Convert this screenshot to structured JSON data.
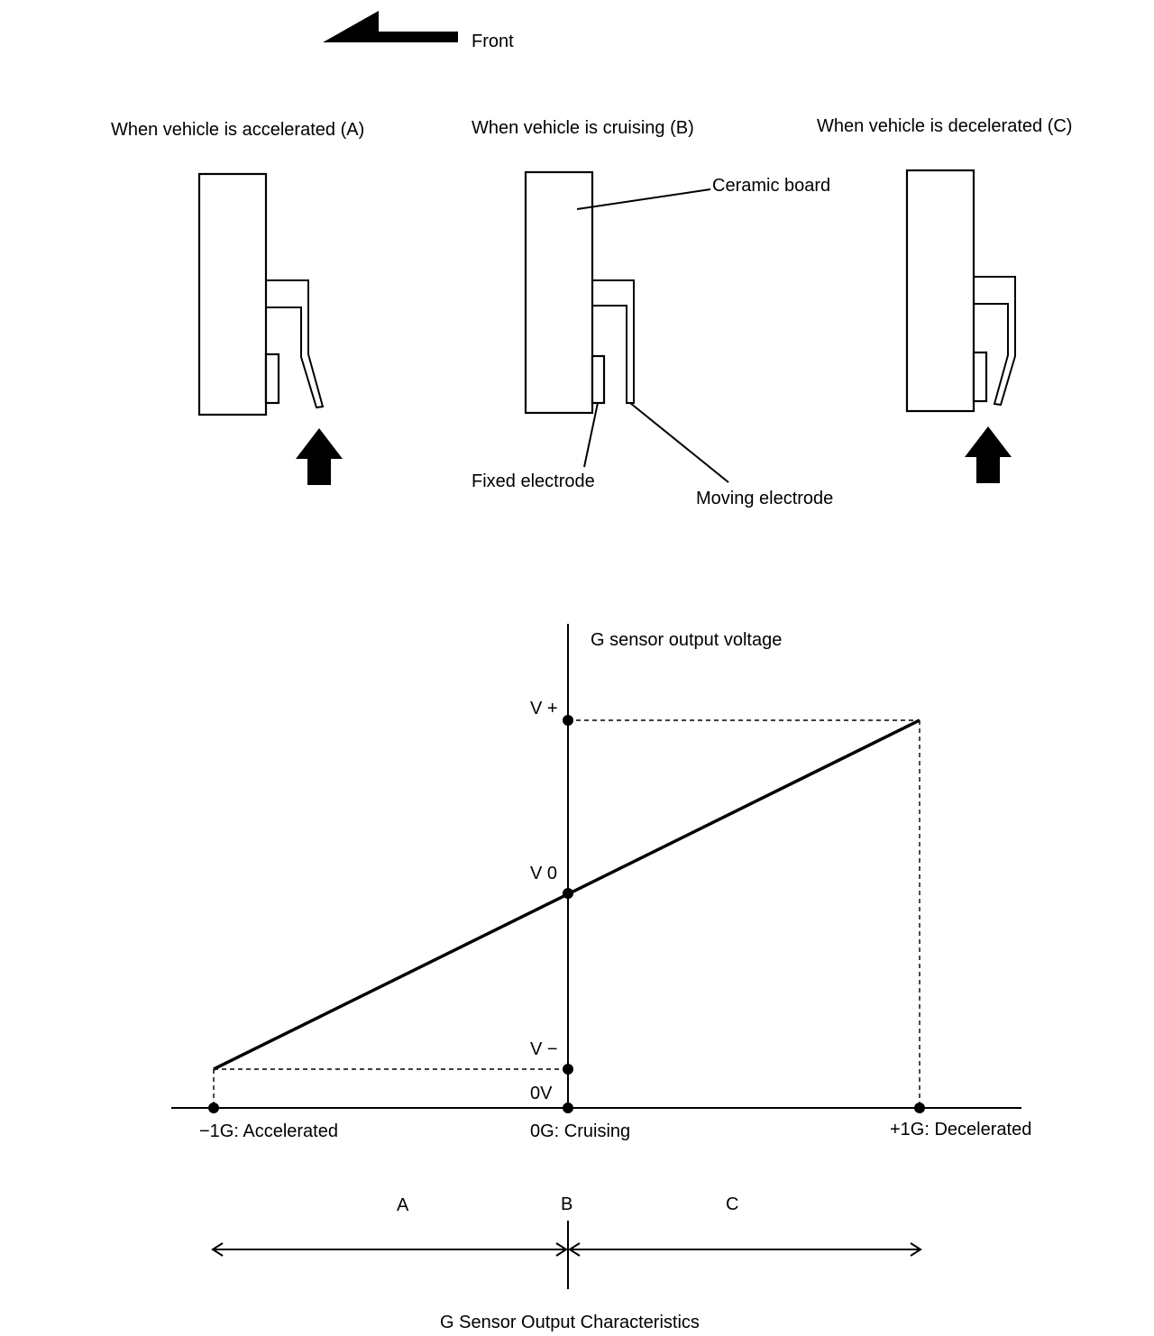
{
  "front_label": "Front",
  "panels": {
    "a_title": "When vehicle is accelerated (A)",
    "b_title": "When vehicle is cruising (B)",
    "c_title": "When vehicle is decelerated (C)"
  },
  "callouts": {
    "ceramic_board": "Ceramic board",
    "fixed_electrode": "Fixed electrode",
    "moving_electrode": "Moving electrode"
  },
  "graph": {
    "y_axis_title": "G sensor output voltage",
    "y_labels": {
      "v_plus": "V +",
      "v_zero": "V 0",
      "v_minus": "V −",
      "zero_v": "0V"
    },
    "x_labels": {
      "minus_1g": "−1G: Accelerated",
      "zero_g": "0G: Cruising",
      "plus_1g": "+1G: Decelerated"
    }
  },
  "ranges": {
    "a": "A",
    "b": "B",
    "c": "C"
  },
  "caption": "G Sensor Output Characteristics"
}
